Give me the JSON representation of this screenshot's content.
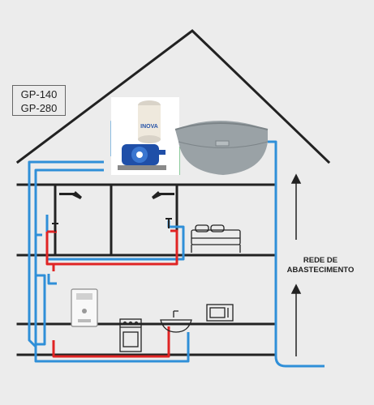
{
  "models": {
    "line1": "GP-140",
    "line2": "GP-280"
  },
  "pump_brand": "INOVA",
  "supply": {
    "line1": "REDE DE",
    "line2": "ABASTECIMENTO"
  },
  "colors": {
    "background": "#ececec",
    "cold_water": "#2f8fd8",
    "hot_water": "#e02424",
    "pump_output": "#2aa84a",
    "structure": "#222222",
    "tank": "#9aa2a6"
  }
}
